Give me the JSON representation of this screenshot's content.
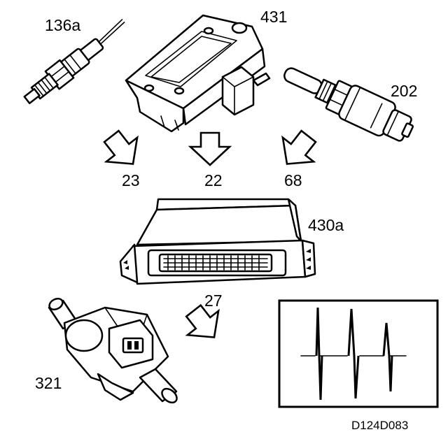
{
  "labels": {
    "lambda_sensor": "136a",
    "pressure_sensor": "431",
    "temp_sensor": "202",
    "ecu": "430a",
    "valve": "321",
    "signal_23": "23",
    "signal_22": "22",
    "signal_68": "68",
    "signal_27": "27"
  },
  "figure_code": "D124D083",
  "colors": {
    "line": "#000000",
    "background": "#ffffff"
  }
}
